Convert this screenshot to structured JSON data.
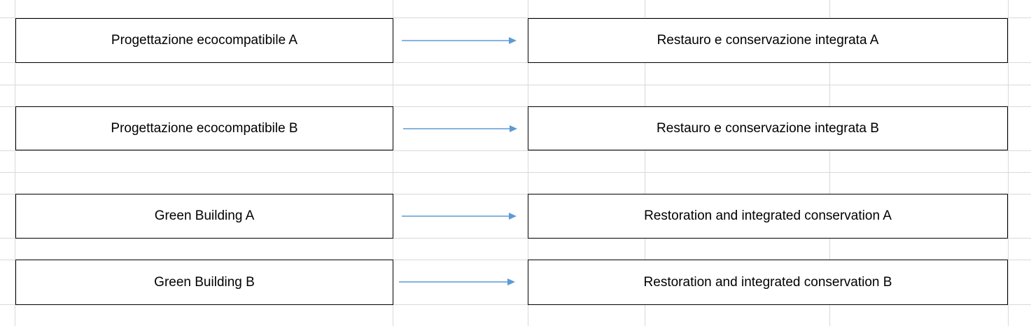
{
  "colors": {
    "gridline": "#d9d9d9",
    "arrow": "#5b9bd5",
    "box_border": "#000000",
    "text": "#000000"
  },
  "rows": [
    {
      "left": "Progettazione ecocompatibile A",
      "right": "Restauro e conservazione integrata A"
    },
    {
      "left": "Progettazione ecocompatibile B",
      "right": "Restauro e conservazione integrata B"
    },
    {
      "left": "Green Building A",
      "right": "Restoration and integrated conservation A"
    },
    {
      "left": "Green Building B",
      "right": "Restoration and integrated conservation B"
    }
  ]
}
